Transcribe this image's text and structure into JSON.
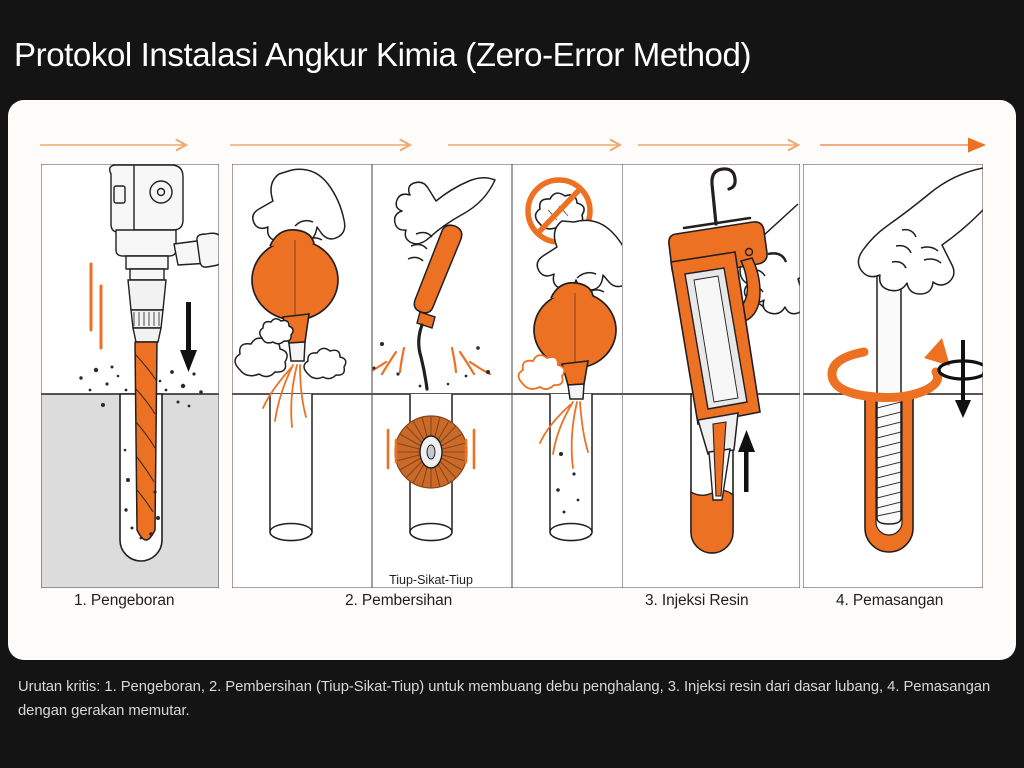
{
  "slide": {
    "title": "Protokol Instalasi Angkur Kimia (Zero-Error Method)",
    "background_color": "#141414",
    "card_color": "#fdfcfa",
    "accent_color": "#ED7123",
    "accent_light": "#F0A86B",
    "line_color": "#231f20",
    "concrete_color": "#d9d9d9"
  },
  "caption": {
    "text": "Urutan kritis: 1. Pengeboran, 2. Pembersihan (Tiup-Sikat-Tiup) untuk membuang debu penghalang, 3. Injeksi resin dari dasar lubang, 4. Pemasangan dengan gerakan memutar."
  },
  "steps": [
    {
      "index": "1",
      "label": "1. Pengeboran",
      "sublabel": ""
    },
    {
      "index": "2",
      "label": "2. Pembersihan",
      "sublabel": "Tiup-Sikat-Tiup"
    },
    {
      "index": "3",
      "label": "3. Injeksi Resin",
      "sublabel": ""
    },
    {
      "index": "4",
      "label": "4. Pemasangan",
      "sublabel": ""
    }
  ],
  "flow_arrows": [
    {
      "name": "arrow-to-step-2",
      "style": "light"
    },
    {
      "name": "arrow-to-step-3",
      "style": "light"
    },
    {
      "name": "arrow-to-step-4",
      "style": "light"
    },
    {
      "name": "arrow-end",
      "style": "solid"
    }
  ],
  "panel_1": {
    "name": "Pengeboran",
    "elements": [
      "hammer-drill",
      "orange-drill-bit",
      "drilled-hole",
      "concrete-substrate",
      "dust-particles",
      "downward-press-arrow",
      "vibration-lines"
    ]
  },
  "panel_2": {
    "name": "Pembersihan",
    "sub_panels": [
      {
        "name": "blow-1",
        "elements": [
          "hand",
          "orange-blow-out-pump",
          "dust-cloud",
          "air-stream",
          "hole"
        ]
      },
      {
        "name": "brush",
        "elements": [
          "hand",
          "orange-handle-wire-brush",
          "brush-head",
          "hole",
          "scrub-motion-lines"
        ]
      },
      {
        "name": "blow-2",
        "elements": [
          "hand",
          "orange-blow-out-pump",
          "no-dust-prohibition-sign",
          "air-stream",
          "clean-hole"
        ]
      }
    ]
  },
  "panel_3": {
    "name": "Injeksi Resin",
    "elements": [
      "hand",
      "orange-caulking-gun",
      "resin-cartridge",
      "mixing-nozzle",
      "resin-fill",
      "upward-fill-arrow",
      "hole"
    ]
  },
  "panel_4": {
    "name": "Pemasangan",
    "elements": [
      "hand",
      "threaded-anchor-rod",
      "resin-filled-hole",
      "rotation-arrow",
      "push-rotate-symbol"
    ]
  }
}
